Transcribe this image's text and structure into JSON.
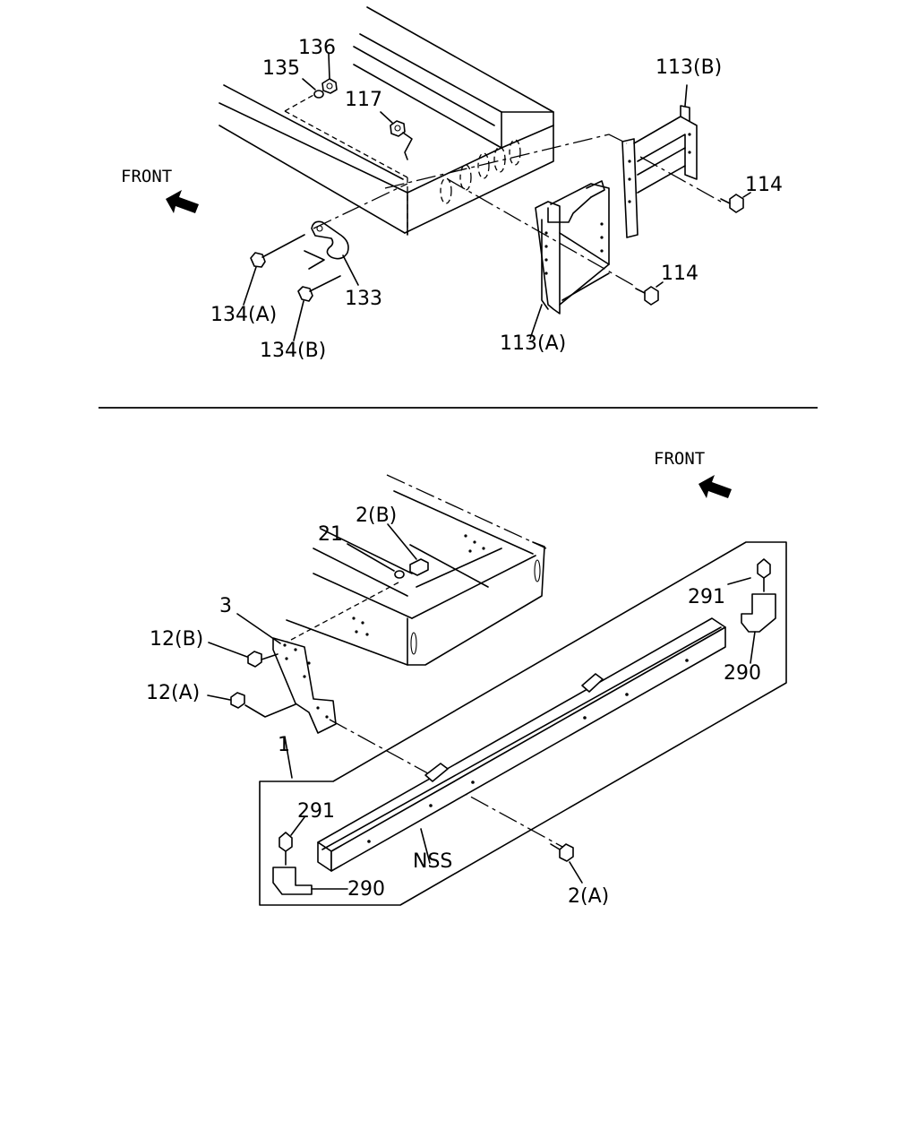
{
  "top_view": {
    "front_label": "FRONT",
    "callouts": {
      "c136": "136",
      "c135": "135",
      "c117": "117",
      "c113b": "113(B)",
      "c114_upper": "114",
      "c114_lower": "114",
      "c133": "133",
      "c134a": "134(A)",
      "c134b": "134(B)",
      "c113a": "113(A)"
    }
  },
  "bottom_view": {
    "front_label": "FRONT",
    "callouts": {
      "c2b": "2(B)",
      "c21": "21",
      "c3": "3",
      "c12b": "12(B)",
      "c12a": "12(A)",
      "c291_right": "291",
      "c290_right": "290",
      "c1": "1",
      "c291_left": "291",
      "c290_left": "290",
      "cnss": "NSS",
      "c2a": "2(A)"
    }
  },
  "colors": {
    "line": "#000000",
    "background": "#ffffff"
  }
}
